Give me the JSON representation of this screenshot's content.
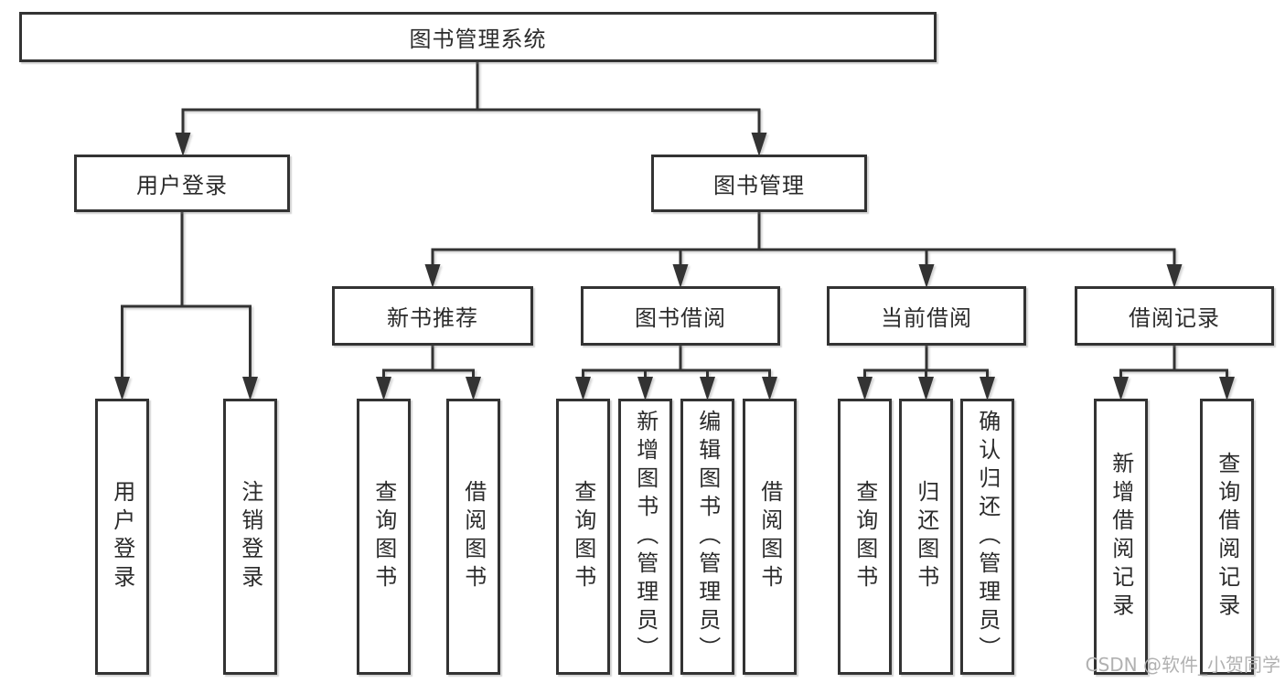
{
  "tree": {
    "label": "图书管理系统",
    "children": [
      {
        "label": "用户登录",
        "children": [
          {
            "label": "用户登录"
          },
          {
            "label": "注销登录"
          }
        ]
      },
      {
        "label": "图书管理",
        "children": [
          {
            "label": "新书推荐",
            "children": [
              {
                "label": "查询图书"
              },
              {
                "label": "借阅图书"
              }
            ]
          },
          {
            "label": "图书借阅",
            "children": [
              {
                "label": "查询图书"
              },
              {
                "label": "新增图书（管理员）"
              },
              {
                "label": "编辑图书（管理员）"
              },
              {
                "label": "借阅图书"
              }
            ]
          },
          {
            "label": "当前借阅",
            "children": [
              {
                "label": "查询图书"
              },
              {
                "label": "归还图书"
              },
              {
                "label": "确认归还（管理员）"
              }
            ]
          },
          {
            "label": "借阅记录",
            "children": [
              {
                "label": "新增借阅记录"
              },
              {
                "label": "查询借阅记录"
              }
            ]
          }
        ]
      }
    ]
  },
  "watermark": {
    "text": "CSDN @软件_小贺同学"
  },
  "colors": {
    "line": "#333333",
    "box_border": "#333333",
    "text": "#2b2b2b",
    "watermark": "#b1b1b1",
    "background": "#ffffff"
  }
}
